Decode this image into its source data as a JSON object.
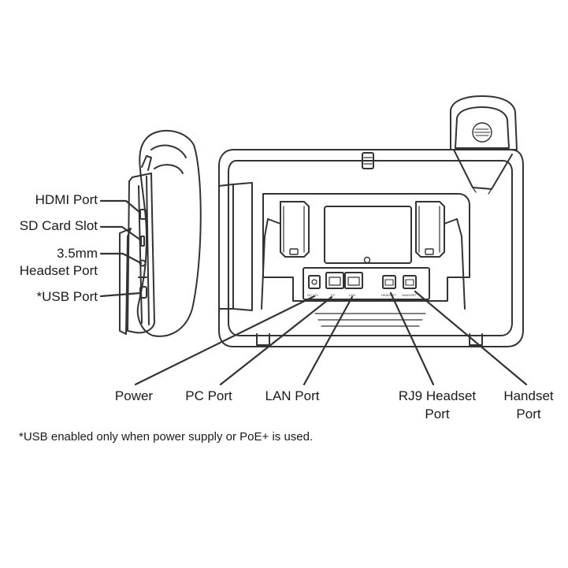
{
  "side_labels": {
    "hdmi": "HDMI Port",
    "sd": "SD Card Slot",
    "headset35_line1": "3.5mm",
    "headset35_line2": "Headset Port",
    "usb": "*USB Port"
  },
  "bottom_labels": {
    "power": "Power",
    "pc": "PC Port",
    "lan": "LAN Port",
    "rj9_line1": "RJ9 Headset",
    "rj9_line2": "Port",
    "handset_line1": "Handset",
    "handset_line2": "Port"
  },
  "port_markings": {
    "dc": "DC 12V",
    "pc": "PC",
    "lan": "LAN",
    "headset": "HEADSET",
    "handset": "HANDSET"
  },
  "footnote": "*USB enabled only when power supply or PoE+ is used."
}
